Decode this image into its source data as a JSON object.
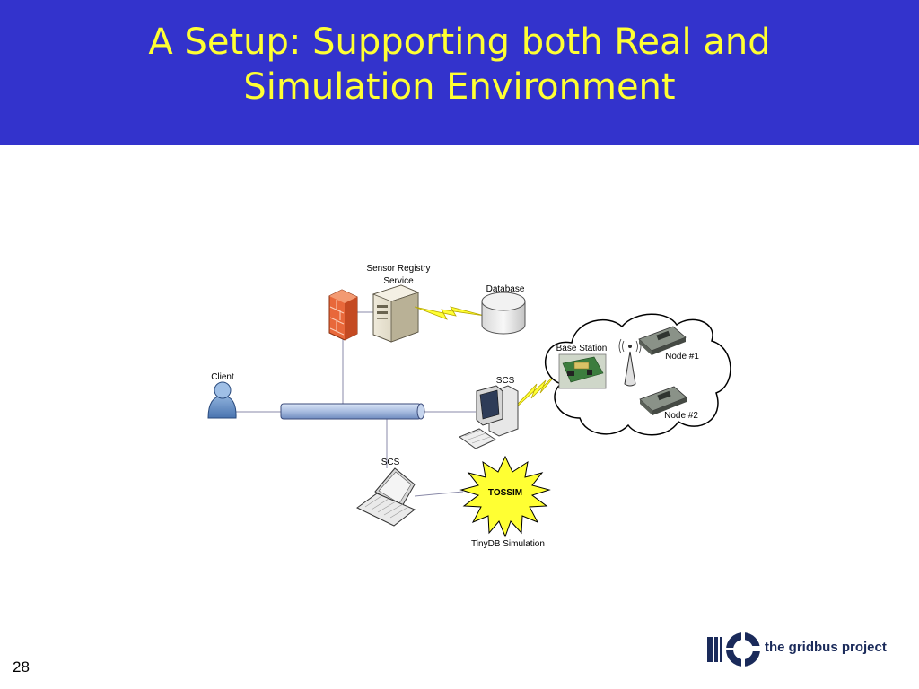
{
  "slide": {
    "title_line1": "A Setup: Supporting both Real and",
    "title_line2": "Simulation Environment",
    "page_number": "28",
    "logo_text": "the gridbus project"
  },
  "diagram": {
    "labels": {
      "registry_1": "Sensor Registry",
      "registry_2": "Service",
      "database": "Database",
      "client": "Client",
      "scs_desktop": "SCS",
      "scs_laptop": "SCS",
      "base_station": "Base Station",
      "node1": "Node #1",
      "node2": "Node #2",
      "tossim": "TOSSIM",
      "tinydb": "TinyDB Simulation"
    }
  },
  "colors": {
    "header_bg": "#3333cc",
    "title_text": "#ffff33",
    "lightning": "#ffff33",
    "firewall": "#e8683a",
    "bus": "#a9bde0"
  }
}
